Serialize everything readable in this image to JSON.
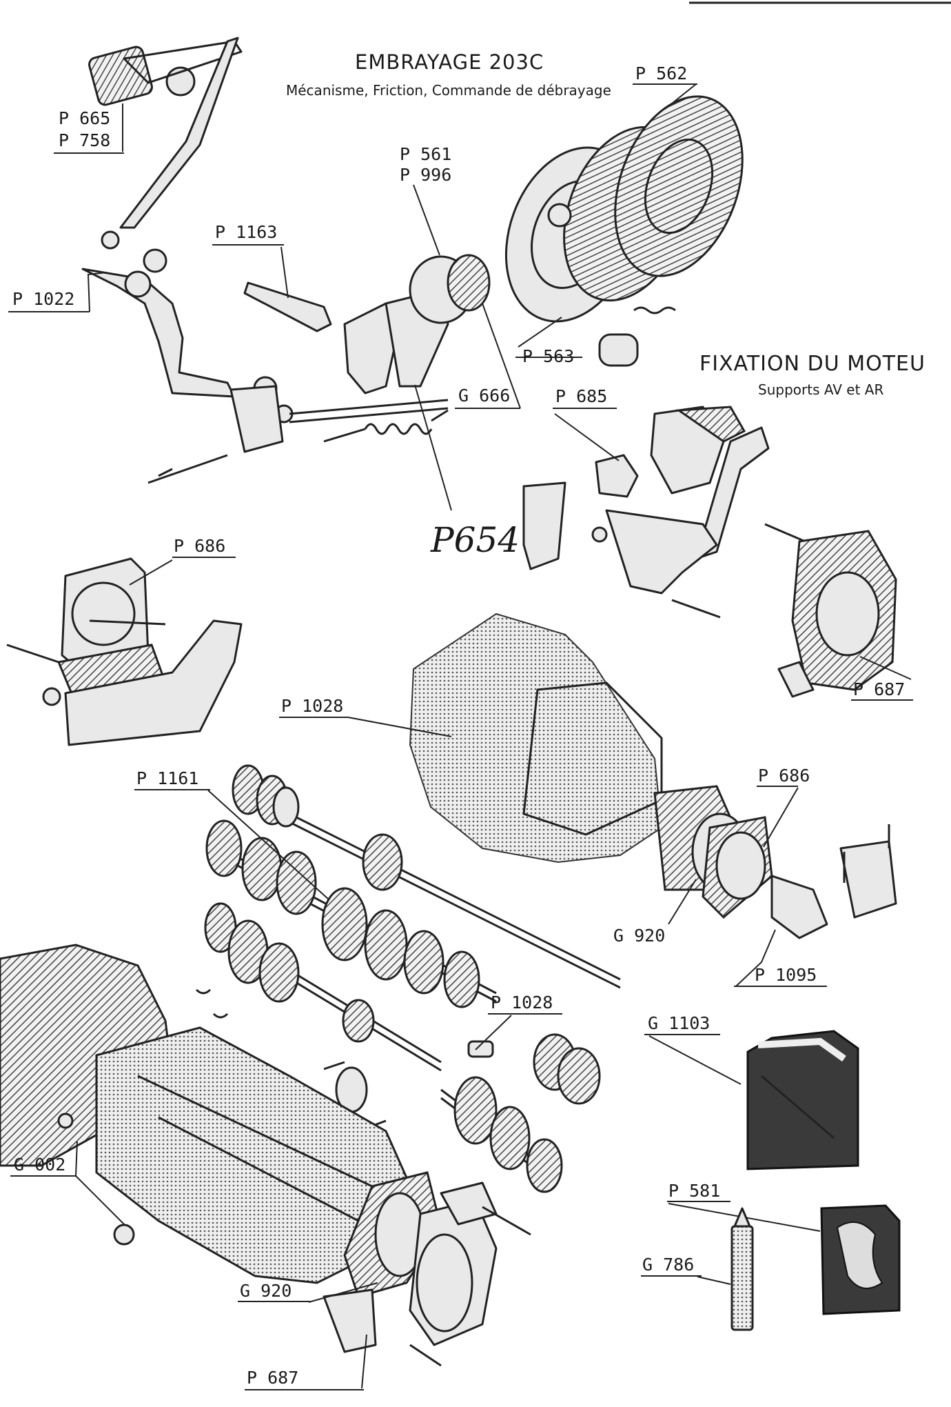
{
  "clutch_section": {
    "title": "EMBRAYAGE 203C",
    "subtitle": "Mécanisme, Friction, Commande de débrayage"
  },
  "mount_section": {
    "title": "FIXATION DU MOTEU",
    "subtitle": "Supports AV et AR"
  },
  "labels": {
    "p562": "P 562",
    "p665": "P 665",
    "p758": "P 758",
    "p561": "P 561",
    "p996": "P 996",
    "p1163": "P 1163",
    "p1022": "P 1022",
    "p563": "P 563",
    "g666": "G 666",
    "p685": "P 685",
    "p654": "P654",
    "p686_top": "P 686",
    "p687_top": "P 687",
    "p1028_top": "P 1028",
    "p1161": "P 1161",
    "p686_mid": "P 686",
    "g920_mid": "G 920",
    "p1095": "P 1095",
    "p1028_low": "P 1028",
    "g1103": "G 1103",
    "g002": "G 002",
    "p581": "P 581",
    "g786": "G 786",
    "g920_low": "G 920",
    "p687_low": "P 687"
  },
  "icons": [
    "pedal-icon",
    "clutch-disc-icon",
    "pressure-plate-icon",
    "spring-icon",
    "fork-icon",
    "mount-bracket-icon",
    "gearbox-icon",
    "gear-shaft-icon",
    "oil-can-icon",
    "grease-tube-icon",
    "gasket-pack-icon"
  ]
}
